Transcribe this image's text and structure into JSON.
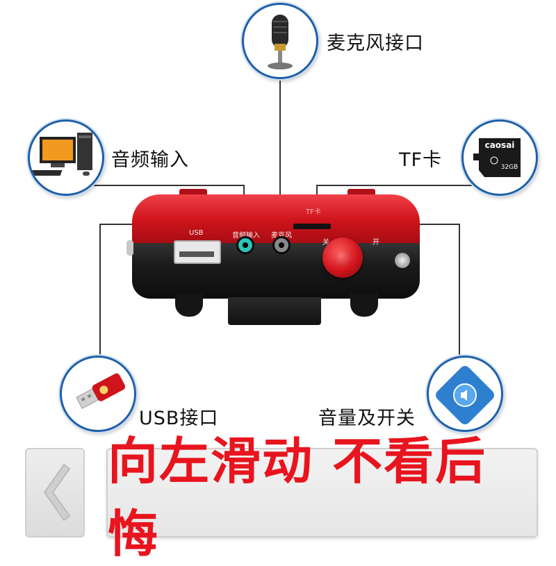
{
  "callouts": {
    "mic": "麦克风接口",
    "audio_in": "音频输入",
    "tf": "TF卡",
    "usb": "USB接口",
    "volume": "音量及开关"
  },
  "device": {
    "usb_port_label": "USB",
    "audio_port_label": "音频输入",
    "mic_port_label": "麦克风",
    "tf_slot_label": "TF卡",
    "knob_off": "关",
    "knob_on": "开"
  },
  "sd_card": {
    "brand": "caosai",
    "capacity": "32GB"
  },
  "banner": {
    "slide_text": "向左滑动 不看后悔"
  },
  "colors": {
    "device_red": "#d0141c",
    "device_black": "#1a1a1a",
    "banner_text": "#e8141e",
    "circle_border": "#1f5fa8"
  }
}
